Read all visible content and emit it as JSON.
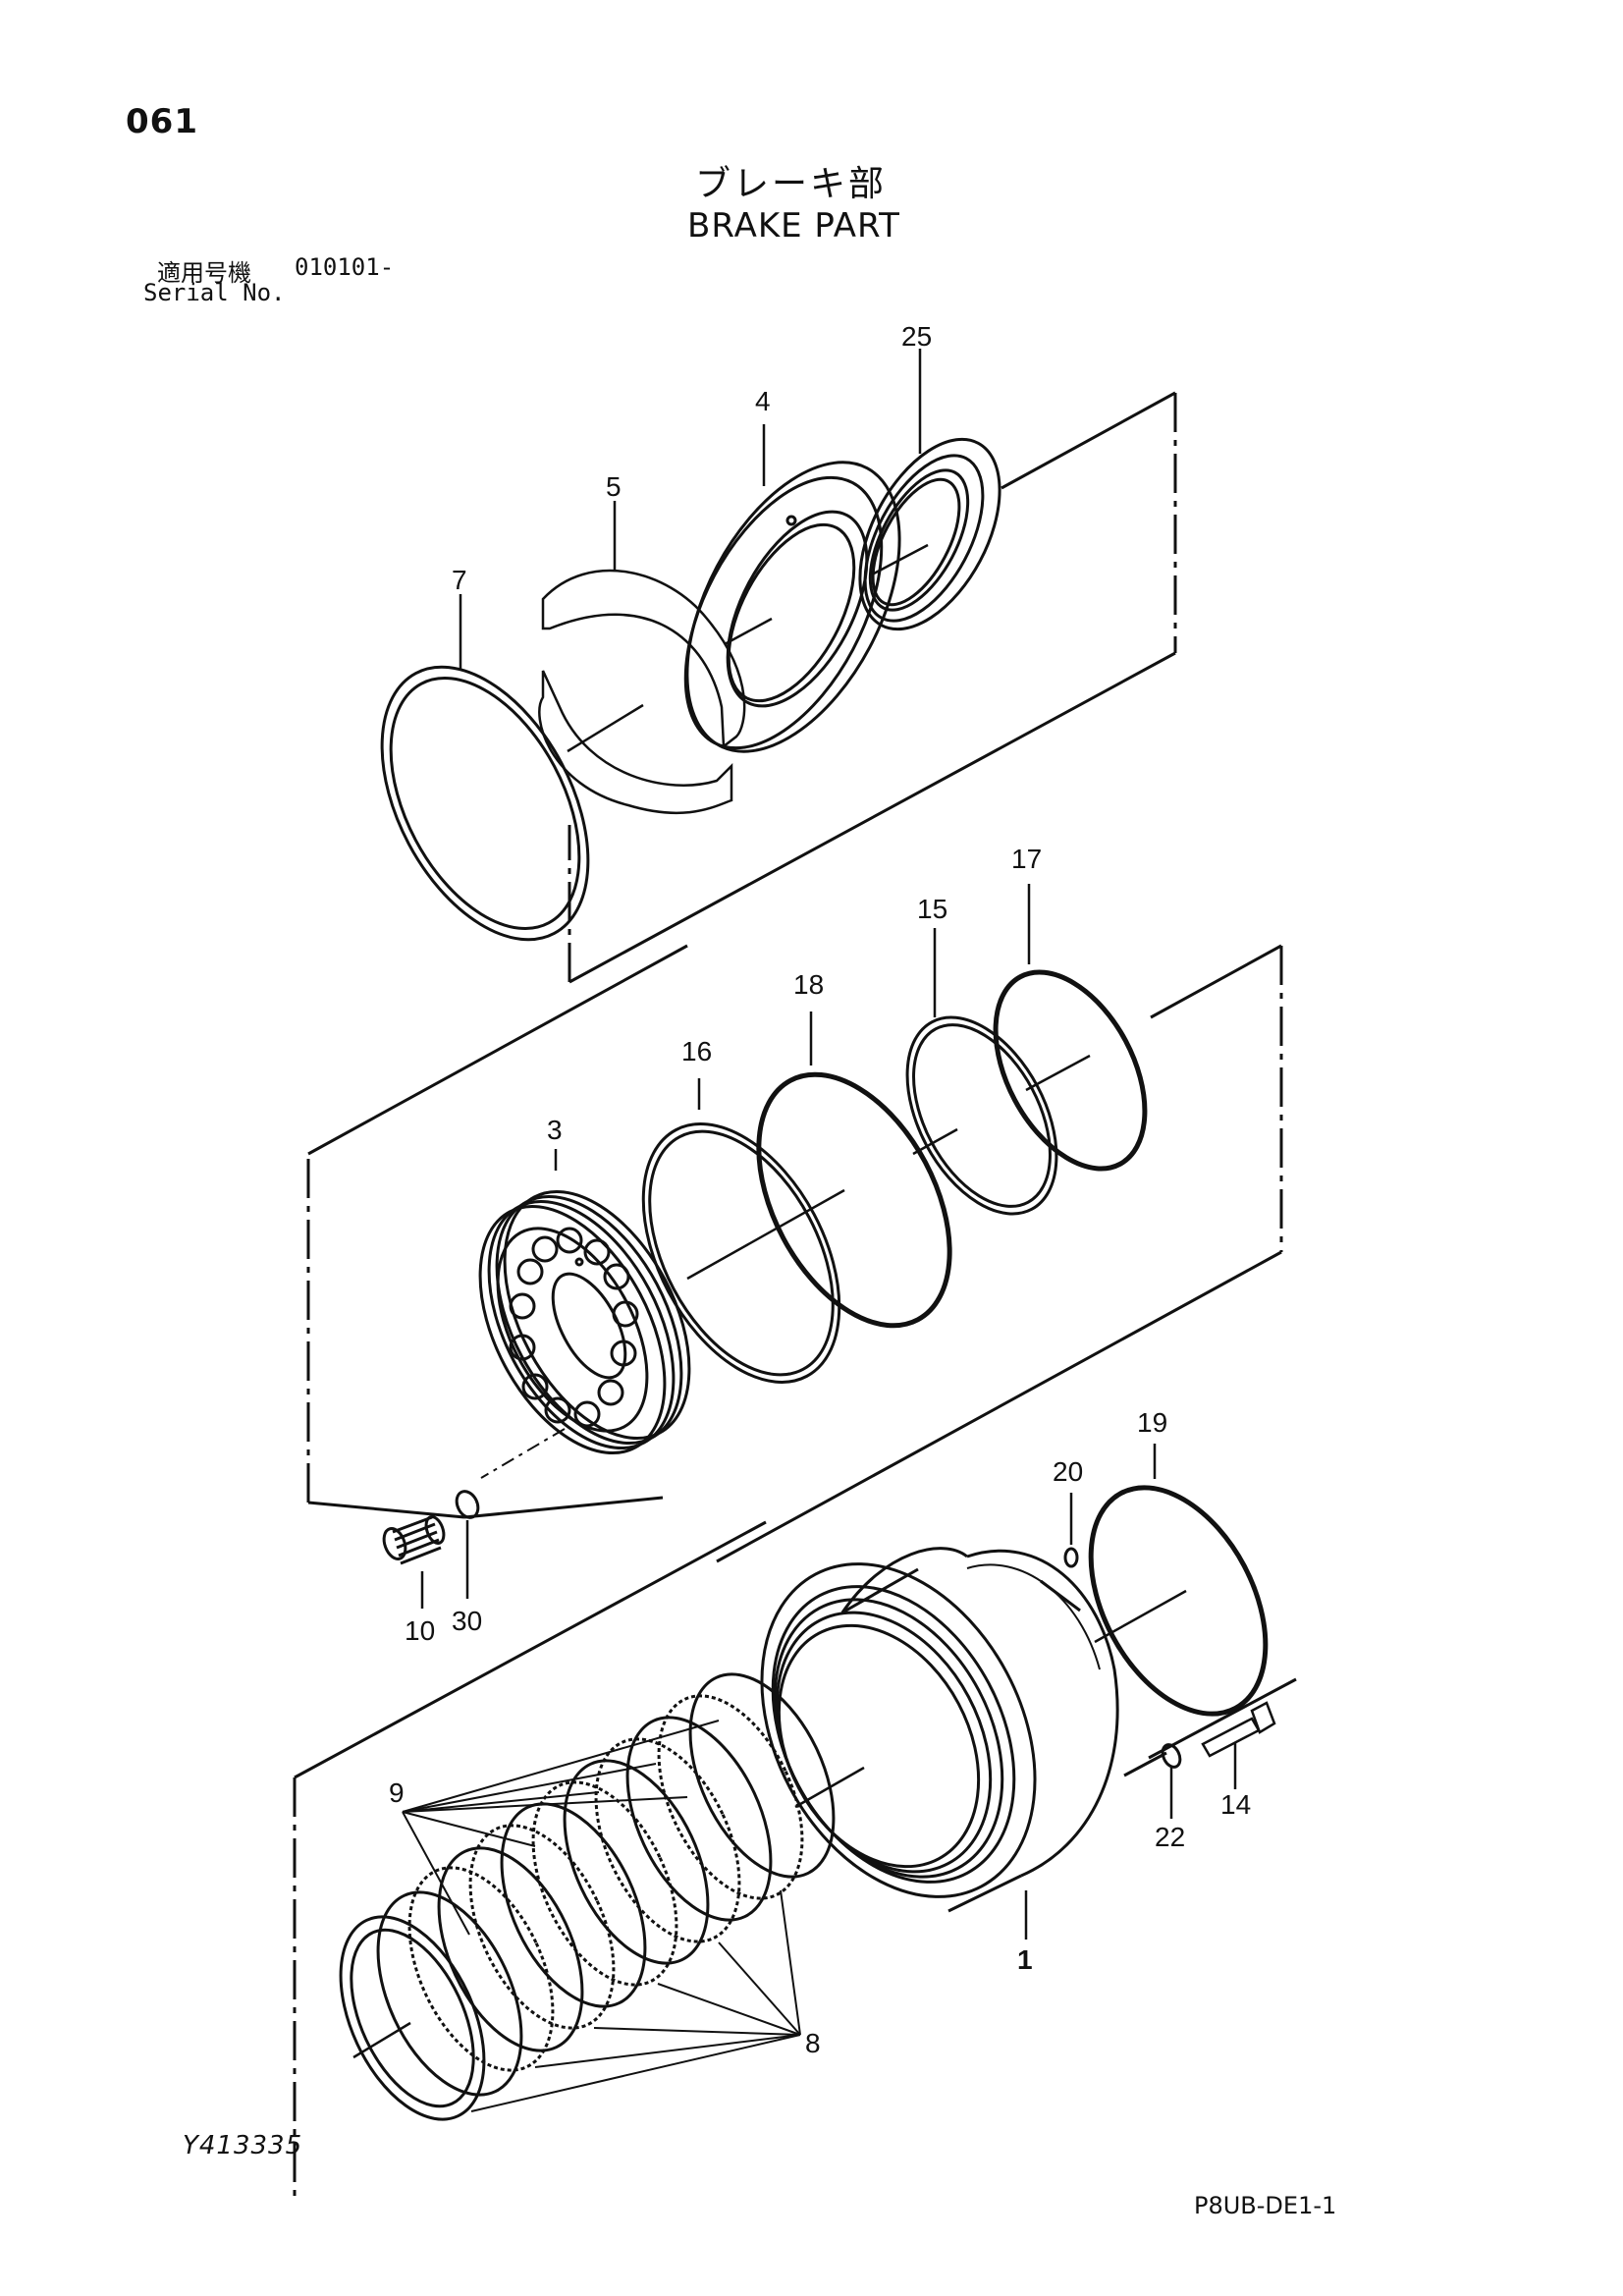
{
  "header": {
    "page_number": "061",
    "title_ja": "ブレーキ部",
    "title_en": "BRAKE PART",
    "serial_label_ja": "適用号機",
    "serial_range": "010101-",
    "serial_label_en": "Serial No."
  },
  "footer": {
    "drawing_id": "Y413335",
    "page_code": "P8UB-DE1-1"
  },
  "callouts": {
    "p25": "25",
    "p4": "4",
    "p5": "5",
    "p7": "7",
    "p17": "17",
    "p15": "15",
    "p18": "18",
    "p16": "16",
    "p3": "3",
    "p10": "10",
    "p30": "30",
    "p19": "19",
    "p20": "20",
    "p14": "14",
    "p22": "22",
    "p1": "1",
    "p9": "9",
    "p8": "8"
  }
}
